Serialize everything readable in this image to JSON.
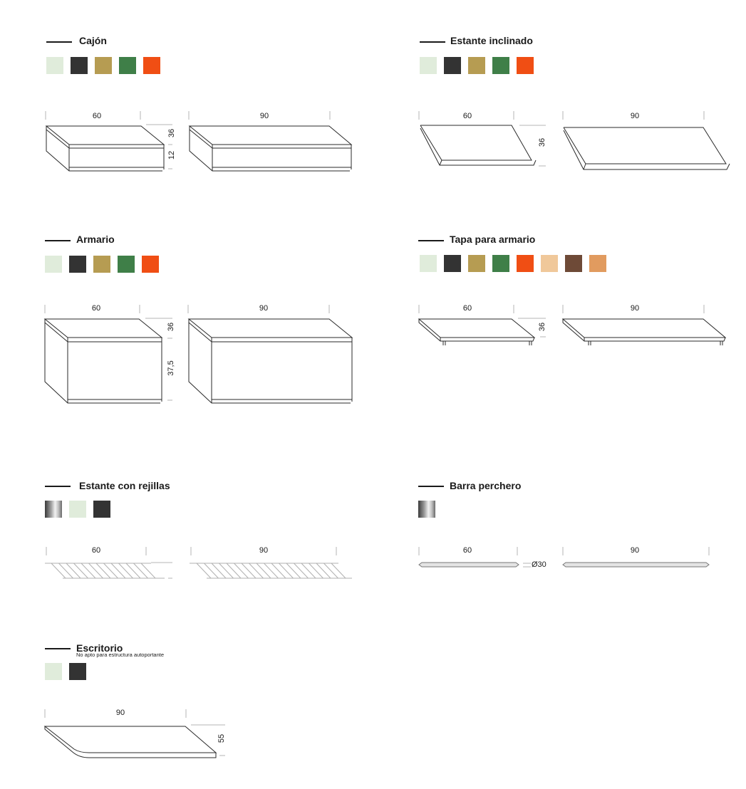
{
  "sections": {
    "cajon": {
      "title": "Cajón",
      "swatches": [
        "#e0ecdb",
        "#333333",
        "#b69c52",
        "#3f7f48",
        "#f04e14"
      ],
      "dims": {
        "w60": "60",
        "w90": "90",
        "h36": "36",
        "h12": "12"
      }
    },
    "estante_inclinado": {
      "title": "Estante inclinado",
      "swatches": [
        "#e0ecdb",
        "#333333",
        "#b69c52",
        "#3f7f48",
        "#f04e14"
      ],
      "dims": {
        "w60": "60",
        "w90": "90",
        "h36": "36"
      }
    },
    "armario": {
      "title": "Armario",
      "swatches": [
        "#e0ecdb",
        "#333333",
        "#b69c52",
        "#3f7f48",
        "#f04e14"
      ],
      "dims": {
        "w60": "60",
        "w90": "90",
        "h36": "36",
        "h375": "37,5"
      }
    },
    "tapa_armario": {
      "title": "Tapa para armario",
      "swatches": [
        "#e0ecdb",
        "#333333",
        "#b69c52",
        "#3f7f48",
        "#f04e14",
        "#f0c89a",
        "#6e4a37",
        "#e19b5f"
      ],
      "dims": {
        "w60": "60",
        "w90": "90",
        "h36": "36"
      }
    },
    "estante_rejillas": {
      "title": "Estante con rejillas",
      "swatches": [
        "chrome",
        "#e0ecdb",
        "#333333"
      ],
      "dims": {
        "w60": "60",
        "w90": "90"
      }
    },
    "barra_perchero": {
      "title": "Barra perchero",
      "swatches": [
        "chrome"
      ],
      "dims": {
        "w60": "60",
        "w90": "90",
        "diam": "Ø30"
      }
    },
    "escritorio": {
      "title": "Escritorio",
      "note": "No apto para estructura autoportante",
      "swatches": [
        "#e0ecdb",
        "#333333"
      ],
      "dims": {
        "w90": "90",
        "h55": "55"
      }
    }
  }
}
